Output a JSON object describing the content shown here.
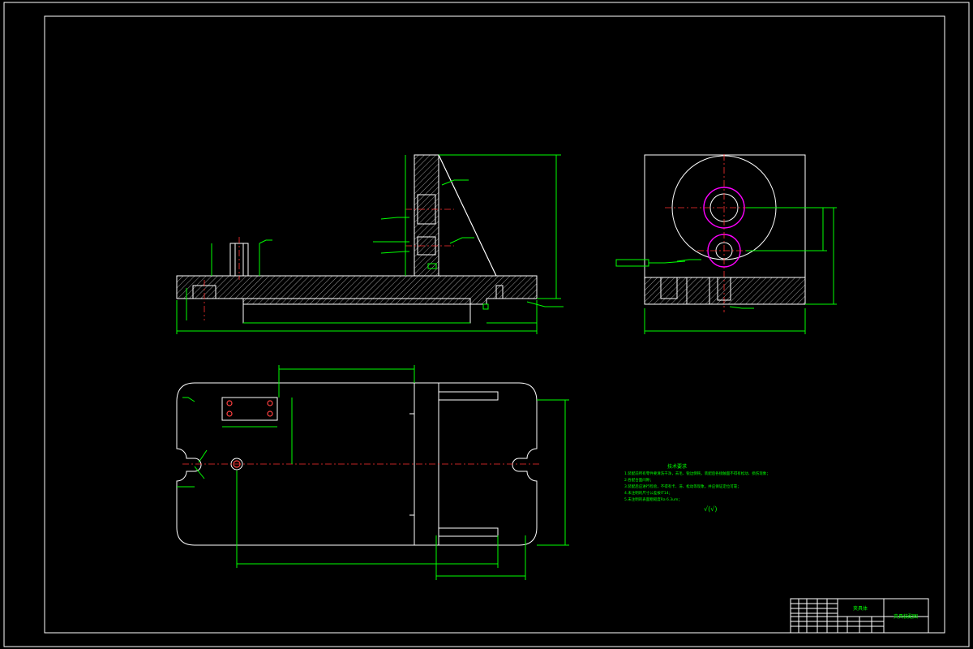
{
  "technical_requirements": {
    "title": "技术要求",
    "lines": [
      "1.装配前所有零件要清洗干净，去毛、锐边倒钝，装配后各接触面不得有松动、损伤现象；",
      "2.各配合面间隙；",
      "3.装配后应进行检验，不得有卡、滞、松动等现象，并应保证定位可靠；",
      "4.未注明的尺寸公差按IT14；",
      "5.未注明的表面粗糙度Ra 6.3um；"
    ],
    "roughness_symbol": "√(√)"
  },
  "title_block": {
    "part_name": "夹具体",
    "drawing_name": "夹具装配图"
  },
  "colors": {
    "outline": "#ffffff",
    "dimension": "#00ff00",
    "centerline": "#ff3030",
    "hole": "#ff00ff"
  }
}
